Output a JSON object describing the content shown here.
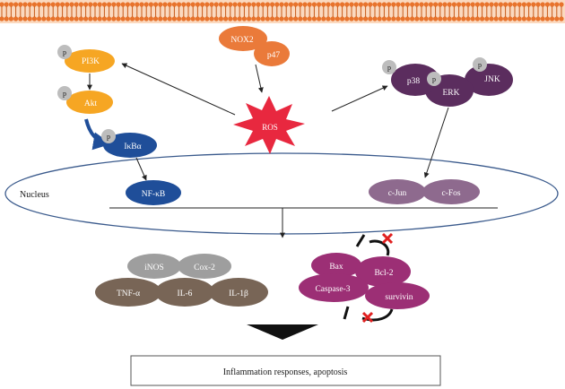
{
  "colors": {
    "membrane": "#e8732c",
    "membrane_dark": "#c75a1a",
    "akt_pathway": "#f6a623",
    "nox": "#ea7a3a",
    "ros": "#e8283f",
    "mapk": "#5b2d5e",
    "nfkb": "#1f4e99",
    "ap1": "#8e6a8e",
    "mediator_gray": "#9e9e9e",
    "mediator_brown": "#786556",
    "apoptosis": "#9c2f75",
    "phospho": "#bdbdbd",
    "nucleus_line": "#3a5a8c",
    "inhibit_x": "#e02020"
  },
  "labels": {
    "phospho": "p",
    "pi3k": "PI3K",
    "akt": "Akt",
    "ikba": "IκBα",
    "nox2": "NOX2",
    "p47": "p47",
    "ros": "ROS",
    "p38": "p38",
    "erk": "ERK",
    "jnk": "JNK",
    "nucleus": "Nucleus",
    "nfkb": "NF-κB",
    "cjun": "c-Jun",
    "cfos": "c-Fos",
    "inos": "iNOS",
    "cox2": "Cox-2",
    "tnfa": "TNF-α",
    "il6": "IL-6",
    "il1b": "IL-1β",
    "bax": "Bax",
    "bcl2": "Bcl-2",
    "caspase3": "Caspase-3",
    "survivin": "survivin",
    "outcome": "Inflammation responses, apoptosis"
  },
  "icons": {
    "inhibit_mark": "x-mark-icon",
    "membrane": "lipid-bilayer-icon",
    "transition_arrow": "down-arrow-icon"
  }
}
